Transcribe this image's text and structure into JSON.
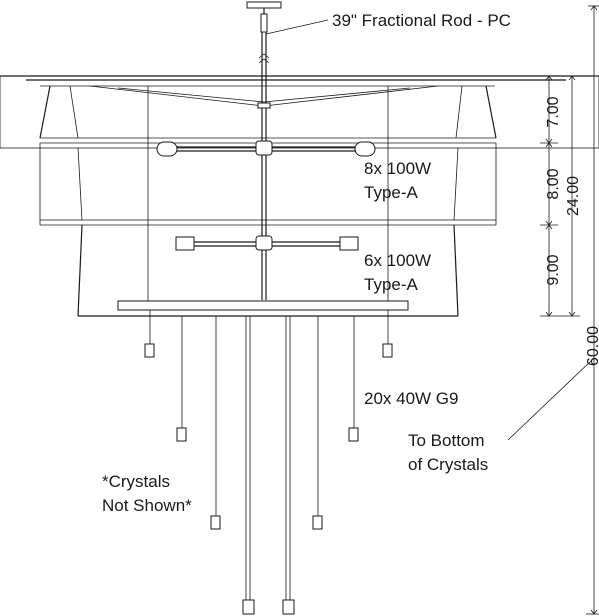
{
  "labels": {
    "rod": "39\" Fractional Rod - PC",
    "tier1_count": "8x 100W",
    "tier1_type": "Type-A",
    "tier2_count": "6x 100W",
    "tier2_type": "Type-A",
    "g9": "20x 40W G9",
    "bottom_line1": "To Bottom",
    "bottom_line2": "of Crystals",
    "crystals_line1": "*Crystals",
    "crystals_line2": "Not Shown*"
  },
  "dimensions": {
    "upper": "7.00",
    "middle": "8.00",
    "lower": "9.00",
    "total_fixture": "24.00",
    "overall": "60.00"
  },
  "colors": {
    "line": "#1a1a1a",
    "background": "#ffffff"
  }
}
